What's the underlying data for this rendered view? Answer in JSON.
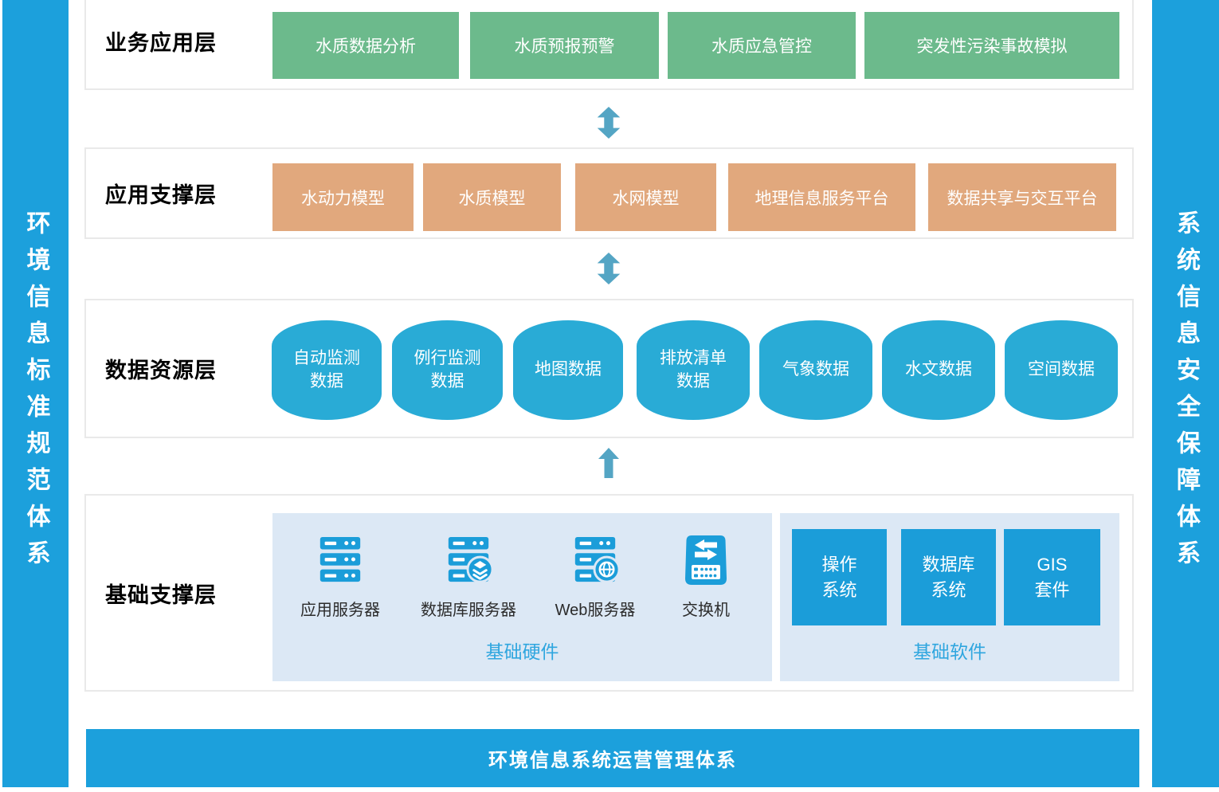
{
  "sidebars": {
    "left": "环境信息标准规范体系",
    "right": "系统信息安全保障体系"
  },
  "bottom_bar": {
    "label": "环境信息系统运营管理体系"
  },
  "layers": {
    "business": {
      "label": "业务应用层",
      "boxes": [
        "水质数据分析",
        "水质预报预警",
        "水质应急管控",
        "突发性污染事故模拟"
      ]
    },
    "support": {
      "label": "应用支撑层",
      "boxes": [
        "水动力模型",
        "水质模型",
        "水网模型",
        "地理信息服务平台",
        "数据共享与交互平台"
      ]
    },
    "data": {
      "label": "数据资源层",
      "cylinders": [
        "自动监测\n数据",
        "例行监测\n数据",
        "地图数据",
        "排放清单\n数据",
        "气象数据",
        "水文数据",
        "空间数据"
      ]
    },
    "base": {
      "label": "基础支撑层",
      "hardware": {
        "caption": "基础硬件",
        "items": [
          {
            "icon": "app-server-icon",
            "label": "应用服务器"
          },
          {
            "icon": "database-server-icon",
            "label": "数据库服务器"
          },
          {
            "icon": "web-server-icon",
            "label": "Web服务器"
          },
          {
            "icon": "switch-icon",
            "label": "交换机"
          }
        ]
      },
      "software": {
        "caption": "基础软件",
        "items": [
          "操作\n系统",
          "数据库\n系统",
          "GIS\n套件"
        ]
      }
    }
  },
  "colors": {
    "sidebar_blue": "#1ca0dc",
    "business_green": "#6cba8c",
    "support_tan": "#e1a87d",
    "data_cyan": "#29abd6",
    "software_blue": "#1b9dd9",
    "panel_light_blue": "#dce8f5",
    "caption_blue": "#2fa6df",
    "arrow_blue": "#54a5c4",
    "layer_border": "#e9e9e9"
  }
}
